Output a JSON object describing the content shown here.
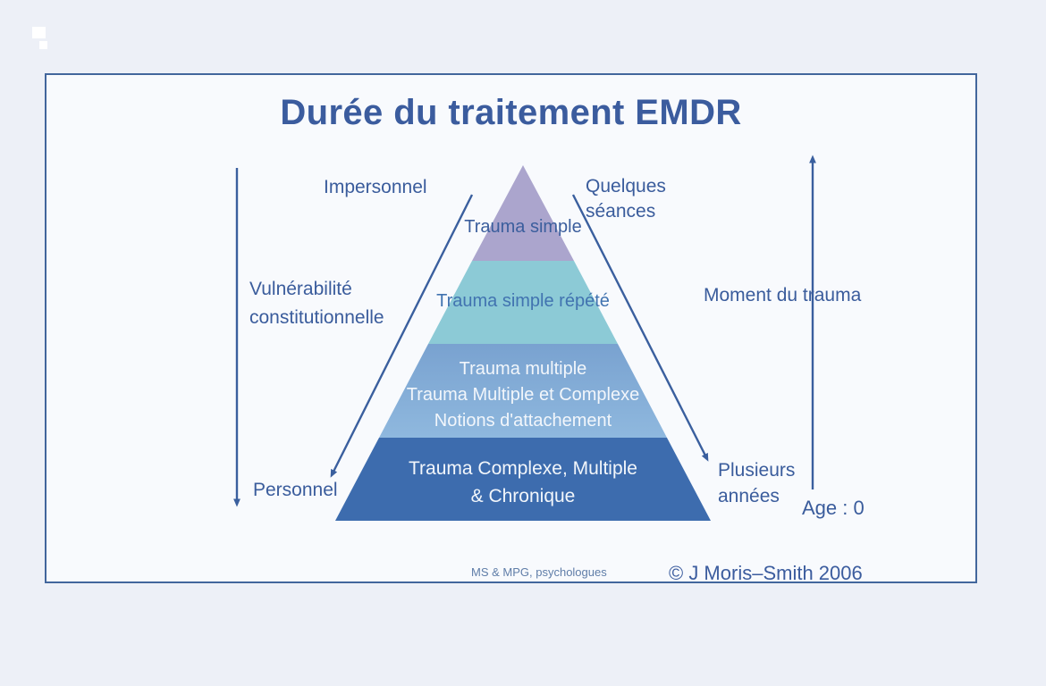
{
  "colors": {
    "page_bg": "#edf0f7",
    "panel_bg": "#f8fafd",
    "panel_border": "#42669c",
    "arrow": "#3a5f9e",
    "title_text": "#3b5c9e",
    "label_text": "#3a5c9c",
    "footer_muted": "#5f7da8"
  },
  "title": "Durée du traitement EMDR",
  "pyramid": {
    "levels": [
      {
        "label": "Trauma simple",
        "color": "#aba5cd",
        "text_color": "#3b5e9d"
      },
      {
        "label": "Trauma simple répété",
        "color": "#8ccad6",
        "text_color": "#4173b0"
      },
      {
        "lines": [
          "Trauma multiple",
          "Trauma Multiple et Complexe",
          "Notions d'attachement"
        ],
        "color_top": "#79a2d0",
        "color_bottom": "#8fb8de",
        "text_color": "#f2f6fb"
      },
      {
        "lines": [
          "Trauma Complexe, Multiple",
          "& Chronique"
        ],
        "color": "#3d6cae",
        "text_color": "#f2f6fb"
      }
    ]
  },
  "side_labels": {
    "impersonnel": "Impersonnel",
    "quelques_1": "Quelques",
    "quelques_2": "séances",
    "vulnerabilite_1": "Vulnérabilité",
    "vulnerabilite_2": "constitutionnelle",
    "moment": "Moment du trauma",
    "personnel": "Personnel",
    "plusieurs_1": "Plusieurs",
    "plusieurs_2": "années",
    "age": "Age : 0"
  },
  "footer": {
    "credit": "MS & MPG, psychologues",
    "copyright": "© J Moris–Smith 2006"
  }
}
